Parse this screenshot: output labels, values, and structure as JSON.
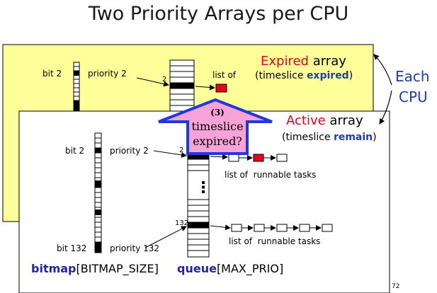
{
  "title": "Two Priority Arrays per CPU",
  "colors": {
    "expired_bg": "#ffff99",
    "active_bg": "#ffffff",
    "red": "#e8001c",
    "blue": "#1f3fa8",
    "highlight_blue": "#2740d8",
    "pink": "#f8a3d8",
    "arrow_blue": "#2038e0",
    "bitmap_label": "#2222aa"
  },
  "each_cpu": {
    "line1": "Each",
    "line2": "CPU"
  },
  "expired": {
    "word_colored": "Expired",
    "word_plain": " array",
    "sub_open": "(timeslice ",
    "sub_bold": "expired",
    "sub_close": ")",
    "bit_label": "bit 2",
    "priority_label": "priority 2",
    "index": "2",
    "list_label": "list of"
  },
  "active": {
    "word_colored": "Active",
    "word_plain": " array",
    "sub_open": "(timeslice ",
    "sub_bold": "remain",
    "sub_close": ")",
    "bit2": "bit 2",
    "priority2": "priority 2",
    "index2": "2",
    "bit132": "bit 132",
    "priority132": "priority 132",
    "index132": "132",
    "list1": "list of  runnable tasks",
    "list2": "list of  runnable tasks",
    "dots": "⋮",
    "bitmap_bold": "bitmap",
    "bitmap_rest": "[BITMAP_SIZE]",
    "queue_bold": "queue",
    "queue_rest": "[MAX_PRIO]"
  },
  "callout": {
    "num": "(3)",
    "line1": "timeslice",
    "line2": "expired?"
  },
  "page_number": "72"
}
